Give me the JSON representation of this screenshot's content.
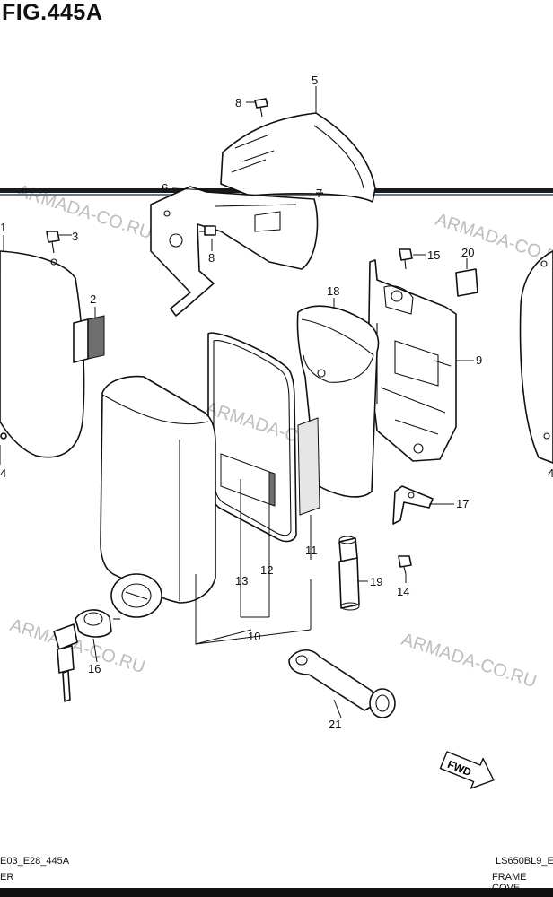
{
  "figure": {
    "title": "FIG.445A"
  },
  "callouts": [
    {
      "id": "c1",
      "label": "1"
    },
    {
      "id": "c2",
      "label": "2"
    },
    {
      "id": "c3",
      "label": "3"
    },
    {
      "id": "c4",
      "label": "4"
    },
    {
      "id": "c4r",
      "label": "4"
    },
    {
      "id": "c5",
      "label": "5"
    },
    {
      "id": "c6",
      "label": "6"
    },
    {
      "id": "c7",
      "label": "7"
    },
    {
      "id": "c8a",
      "label": "8"
    },
    {
      "id": "c8b",
      "label": "8"
    },
    {
      "id": "c9",
      "label": "9"
    },
    {
      "id": "c10",
      "label": "10"
    },
    {
      "id": "c11",
      "label": "11"
    },
    {
      "id": "c12",
      "label": "12"
    },
    {
      "id": "c13",
      "label": "13"
    },
    {
      "id": "c14",
      "label": "14"
    },
    {
      "id": "c15",
      "label": "15"
    },
    {
      "id": "c16",
      "label": "16"
    },
    {
      "id": "c17",
      "label": "17"
    },
    {
      "id": "c18",
      "label": "18"
    },
    {
      "id": "c19",
      "label": "19"
    },
    {
      "id": "c20",
      "label": "20"
    },
    {
      "id": "c21",
      "label": "21"
    }
  ],
  "watermark": {
    "text": "ARMADA-CO.RU"
  },
  "fwd_label": "FWD",
  "footer": {
    "left_code": "E03_E28_445A",
    "right_code": "LS650BL9_E",
    "left_caption": "ER",
    "right_caption": "FRAME COVE"
  }
}
